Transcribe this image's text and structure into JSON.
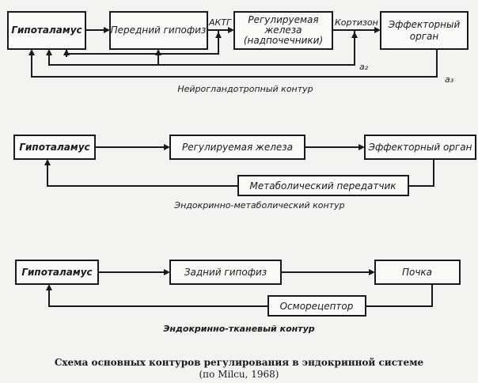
{
  "diagram1": {
    "hypothalamus": "Гипоталамус",
    "pituitary": "Передний гипофиз",
    "gland_line1": "Регулируемая",
    "gland_line2": "железа",
    "gland_line3": "(надпочечники)",
    "effector_line1": "Эффекторный",
    "effector_line2": "орган",
    "label_actg": "АКТГ",
    "label_cortisol": "Кортизон",
    "label_a2": "a₂",
    "label_a3": "a₃",
    "contour": "Нейрогландотропный контур"
  },
  "diagram2": {
    "hypothalamus": "Гипоталамус",
    "gland": "Регулируемая железа",
    "effector": "Эффекторный орган",
    "transmitter": "Метаболический передатчик",
    "contour": "Эндокринно-метаболический контур"
  },
  "diagram3": {
    "hypothalamus": "Гипоталамус",
    "posterior": "Задний гипофиз",
    "kidney": "Почка",
    "osmo": "Осморецептор",
    "contour": "Эндокринно-тканевый контур"
  },
  "caption": {
    "title": "Схема основных контуров регулирования в эндокринной системе",
    "source": "(по Milcu, 1968)"
  }
}
